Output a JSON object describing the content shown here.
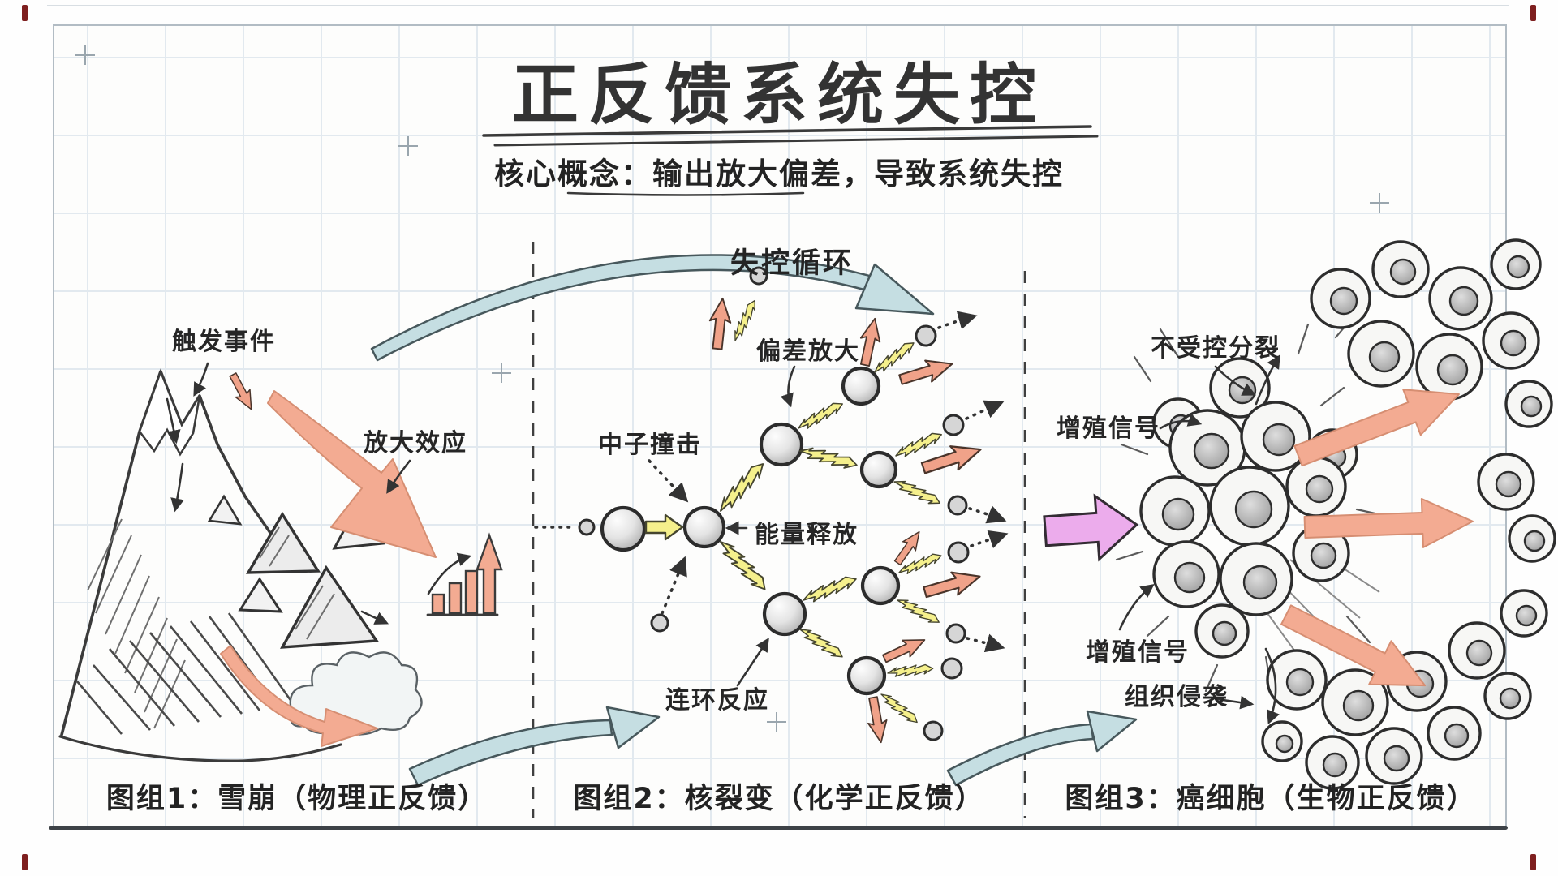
{
  "header": {
    "title": "正反馈系统失控",
    "subtitle": "核心概念：输出放大偏差，导致系统失控"
  },
  "loop_label": "失控循环",
  "panel1": {
    "caption": "图组1：雪崩（物理正反馈）",
    "label_trigger": "触发事件",
    "label_amplify": "放大效应"
  },
  "panel2": {
    "caption": "图组2：核裂变（化学正反馈）",
    "label_neutron_strike": "中子撞击",
    "label_energy_release": "能量释放",
    "label_deviation_amplify": "偏差放大",
    "label_chain_reaction": "连环反应"
  },
  "panel3": {
    "caption": "图组3：癌细胞（生物正反馈）",
    "label_uncontrolled_division": "不受控分裂",
    "label_proliferation_signal_top": "增殖信号",
    "label_proliferation_signal_bottom": "增殖信号",
    "label_tissue_invasion": "组织侵袭"
  },
  "colors": {
    "ink": "#2d2d2d",
    "teal_arrow": "#c5dee2",
    "salmon_arrow": "#f3ab92",
    "yellow_bolt": "#f5f08c",
    "purple_arrow": "#ecacec",
    "grid_line": "#e2e9ef",
    "corner_mark_red": "#7e1f1f",
    "paper": "#fdfdfc"
  }
}
